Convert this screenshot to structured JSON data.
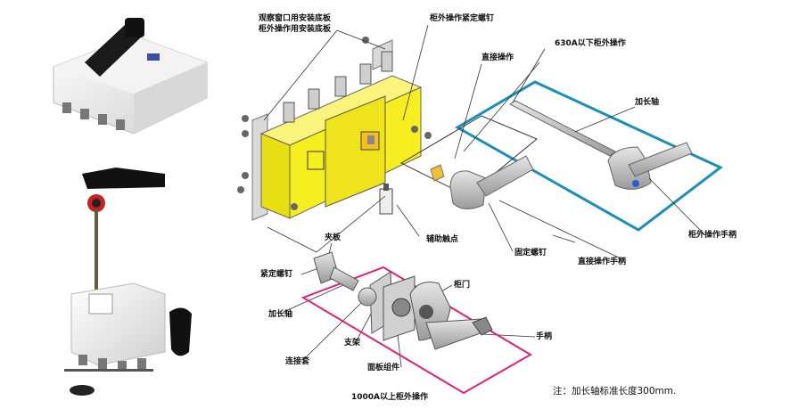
{
  "labels": {
    "mount_plate_window": "观察窗口用安装底板",
    "mount_plate_external": "柜外操作用安装底板",
    "external_screw": "柜外操作紧定螺钉",
    "external_op_630": "630A以下柜外操作",
    "direct_op": "直接操作",
    "ext_shaft": "加长轴",
    "aux_contact": "辅助触点",
    "fixing_screw": "固定螺钉",
    "external_handle": "柜外操作手柄",
    "direct_handle": "直接操作手柄",
    "clamp": "夹板",
    "set_screw": "紧定螺钉",
    "ext_shaft2": "加长轴",
    "cabinet_door": "柜门",
    "bracket": "支架",
    "handle": "手柄",
    "coupling": "连接套",
    "panel_assembly": "面板组件",
    "external_op_1000": "1000A以上柜外操作"
  },
  "note": "注：加长轴标准长度300mm.",
  "colors": {
    "housing_yellow": "#f6ee1e",
    "frame_cyan": "#1a8fb8",
    "frame_magenta": "#e0207a",
    "handle_black": "#1a1a1a"
  }
}
